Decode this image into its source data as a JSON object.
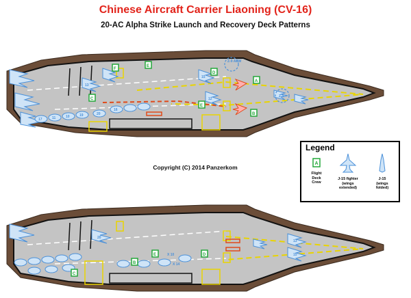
{
  "header": {
    "title": "Chinese Aircraft Carrier Liaoning (CV-16)",
    "subtitle": "20-AC Alpha Strike Launch and Recovery Deck Patterns"
  },
  "copyright": "Copyright (C) 2014 Panzerkom",
  "legend": {
    "title": "Legend",
    "crew_marker": "A",
    "crew_label_1": "Flight",
    "crew_label_2": "Deck",
    "crew_label_3": "Crew",
    "fighter_label_1": "J-15 fighter",
    "fighter_label_2": "(wings",
    "fighter_label_3": "extended)",
    "folded_label_1": "J-15",
    "folded_label_2": "(wings",
    "folded_label_3": "folded)"
  },
  "top_deck": {
    "crew_markers": [
      "F",
      "E",
      "D",
      "A",
      "C",
      "B",
      "E"
    ],
    "aircraft_labels": [
      "13",
      "15",
      "12",
      "17",
      "11",
      "10",
      "19",
      "20",
      "16"
    ],
    "annotations": [
      "Z-9 AEW",
      "Z-9"
    ]
  },
  "bottom_deck": {
    "crew_markers": [
      "C",
      "B",
      "E",
      "D"
    ],
    "aircraft_labels": [
      "20",
      "X 10",
      "X 14",
      "13",
      "15"
    ]
  },
  "colors": {
    "title": "#e2231a",
    "deck": "#c4c4c4",
    "hull": "#6b4d38",
    "aircraft": "#4a90d9",
    "crew": "#23a83a",
    "launch_pattern": "#e9d400",
    "recovery_pattern": "#e04a1a"
  }
}
